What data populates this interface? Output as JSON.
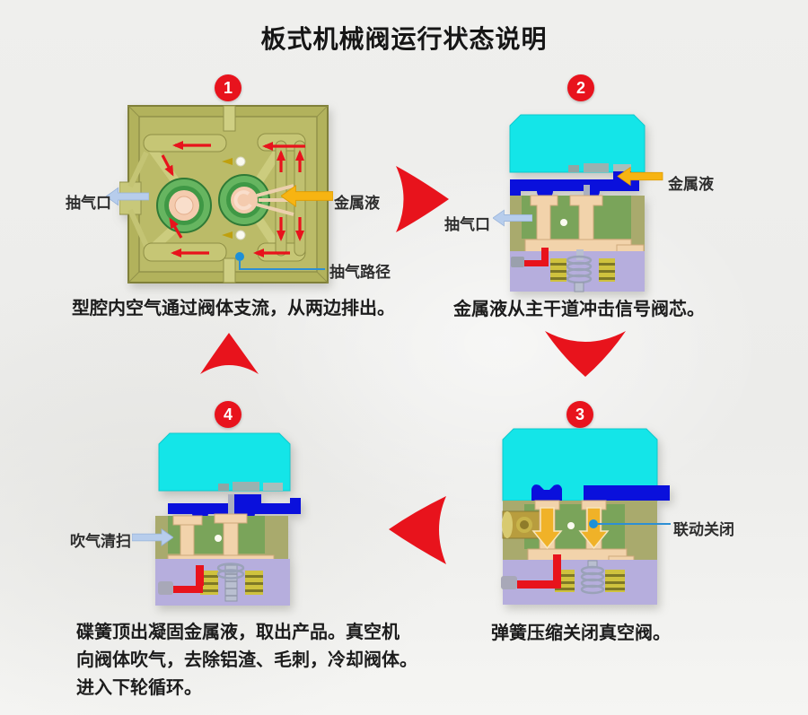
{
  "title": "板式机械阀运行状态说明",
  "steps": [
    {
      "number": "1",
      "caption": "型腔内空气通过阀体支流，从两边排出。",
      "labels": {
        "vacuum_port": "抽气口",
        "metal_liquid": "金属液",
        "air_path": "抽气路径"
      }
    },
    {
      "number": "2",
      "caption": "金属液从主干道冲击信号阀芯。",
      "labels": {
        "metal_liquid": "金属液",
        "vacuum_port": "抽气口"
      }
    },
    {
      "number": "3",
      "caption": "弹簧压缩关闭真空阀。",
      "labels": {
        "linked_close": "联动关闭"
      }
    },
    {
      "number": "4",
      "caption": "碟簧顶出凝固金属液，取出产品。真空机\n向阀体吹气，去除铝渣、毛刺，冷却阀体。\n进入下轮循环。",
      "labels": {
        "blow_clean": "吹气清扫"
      }
    }
  ],
  "icons": {
    "cycle_arrows": [
      "cycle-arrow-right",
      "cycle-arrow-down",
      "cycle-arrow-left",
      "cycle-arrow-up"
    ],
    "label_arrows": [
      "arrow-left-blue",
      "arrow-left-yellow",
      "arrow-right-blue"
    ]
  },
  "colors": {
    "accent_red": "#e8131c",
    "mold_cyan": "#14e5e8",
    "metal_blue": "#0a10dc",
    "plate_olive": "#b2b25c",
    "section_olive": "#a9aa6d",
    "insert_green": "#7aa45a",
    "spool_tan": "#f2d3ab",
    "die_purple": "#b6aedd",
    "port_ring_green": "#3f9845",
    "port_core_peach": "#f4cbae",
    "label_arrow_blue": "#b7cdec",
    "label_arrow_yellow": "#f7b412",
    "leader_blue": "#2d8fd4"
  }
}
